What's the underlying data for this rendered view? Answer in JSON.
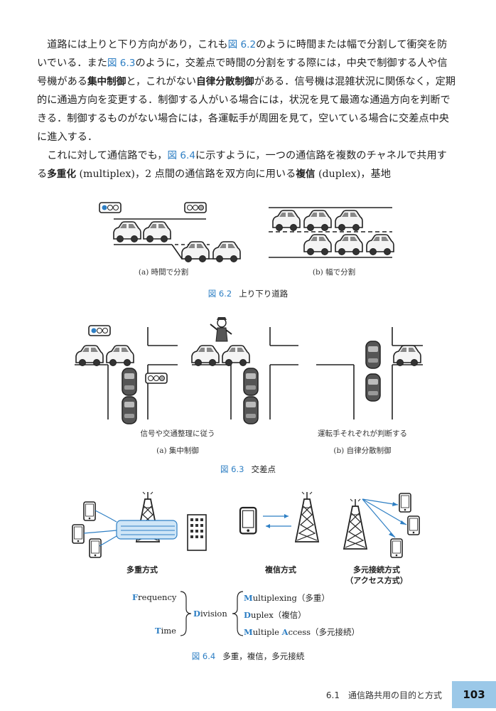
{
  "text": {
    "p1_a": "　道路には上りと下り方向があり，これも",
    "p1_ref1": "図 6.2",
    "p1_b": "のように時間または幅で分割して衝突を防いでいる．また",
    "p1_ref2": "図 6.3",
    "p1_c": "のように，交差点で時間の分割をする際には，中央で制御する人や信号機がある",
    "p1_bold1": "集中制御",
    "p1_d": "と，これがない",
    "p1_bold2": "自律分散制御",
    "p1_e": "がある．信号機は混雑状況に関係なく，定期的に通過方向を変更する．制御する人がいる場合には，状況を見て最適な通過方向を判断できる．制御するものがない場合には，各運転手が周囲を見て，空いている場合に交差点中央に進入する．",
    "p2_a": "　これに対して通信路でも，",
    "p2_ref": "図 6.4",
    "p2_b": "に示すように，一つの通信路を複数のチャネルで共用する",
    "p2_bold1": "多重化",
    "p2_c": " (multiplex)，2 点間の通信路を双方向に用いる",
    "p2_bold2": "複信",
    "p2_d": " (duplex)，基地"
  },
  "fig62": {
    "sub_a": "(a) 時間で分割",
    "sub_b": "(b) 幅で分割",
    "num": "図 6.2",
    "title": "上り下り道路"
  },
  "fig63": {
    "note_a": "信号や交通整理に従う",
    "sub_a": "(a) 集中制御",
    "note_b": "運転手それぞれが判断する",
    "sub_b": "(b) 自律分散制御",
    "num": "図 6.3",
    "title": "交差点"
  },
  "fig64": {
    "label_mux": "多重方式",
    "label_duplex": "複信方式",
    "label_ma_1": "多元接続方式",
    "label_ma_2": "（アクセス方式）",
    "w_freq_hl": "F",
    "w_freq_rest": "requency",
    "w_time_hl": "T",
    "w_time_rest": "ime",
    "w_div_hl": "D",
    "w_div_rest": "ivision",
    "w_mux_hl": "M",
    "w_mux_rest": "ultiplexing（多重）",
    "w_dup_hl": "D",
    "w_dup_rest": "uplex（複信）",
    "w_ma_hl1": "M",
    "w_ma_mid": "ultiple ",
    "w_ma_hl2": "A",
    "w_ma_rest": "ccess（多元接続）",
    "num": "図 6.4",
    "title": "多重，複信，多元接続"
  },
  "footer": {
    "section": "6.1　通信路共用の目的と方式",
    "page": "103"
  },
  "colors": {
    "accent": "#2e7fc4",
    "page_tab": "#9bc8e8"
  }
}
